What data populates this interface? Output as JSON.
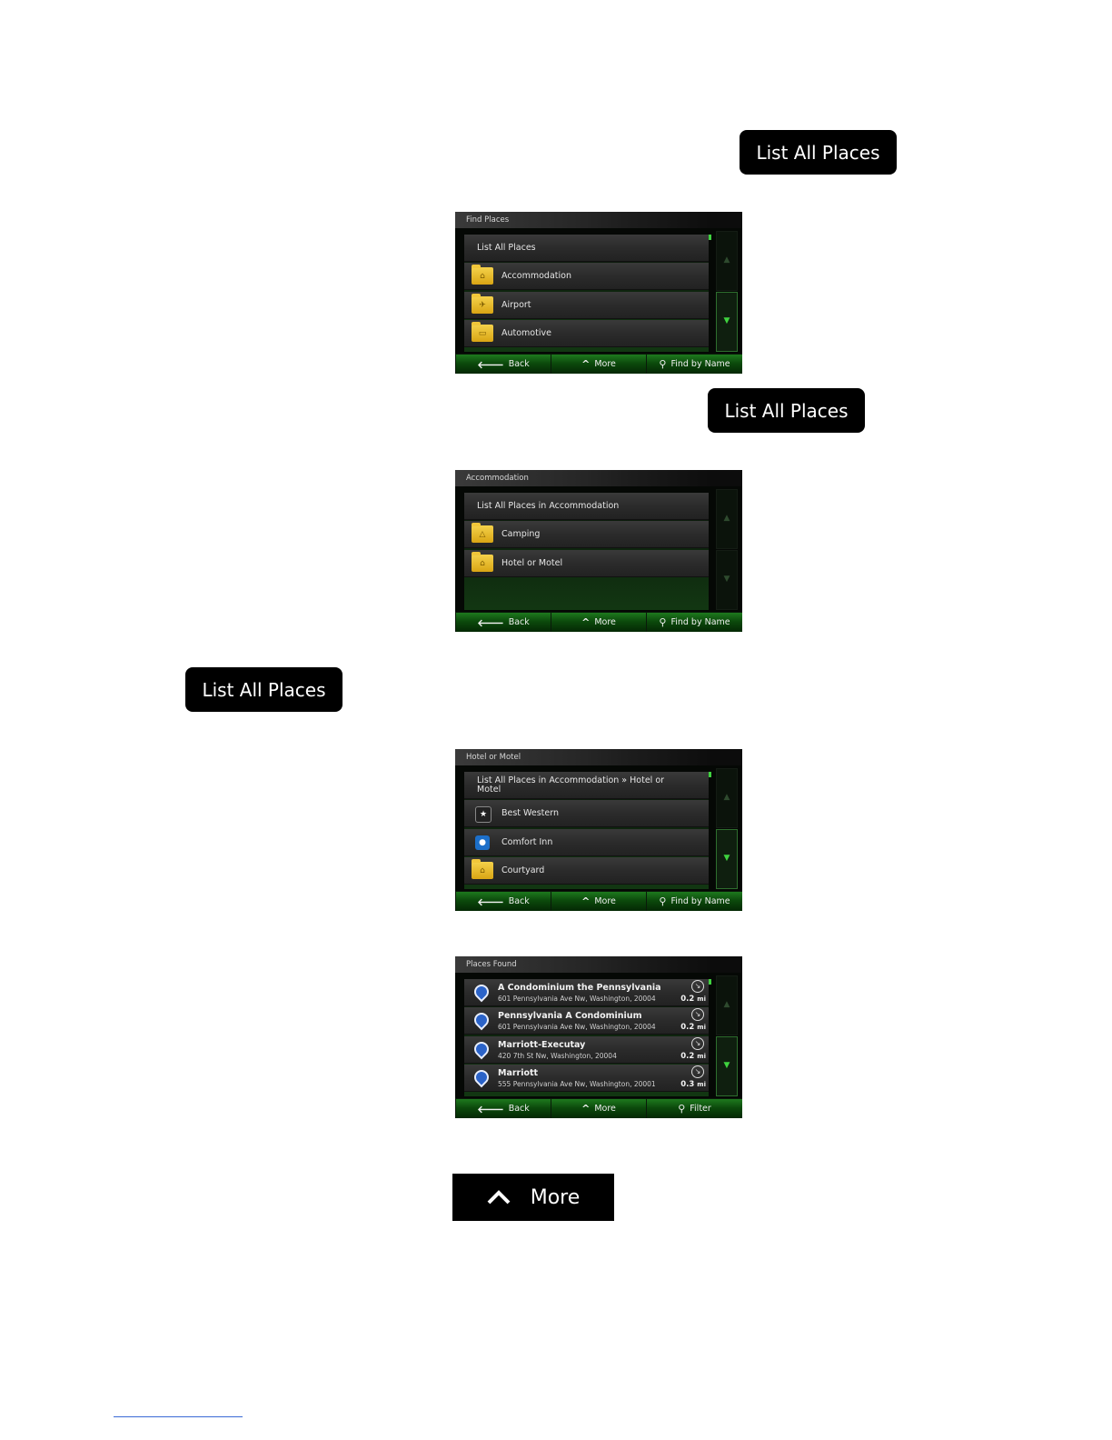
{
  "callouts": {
    "list_all_places_1": "List All Places",
    "list_all_places_2": "List All Places",
    "list_all_places_3": "List All Places",
    "more": "More"
  },
  "bottom_bar": {
    "back": "Back",
    "more": "More",
    "find_by_name": "Find by Name",
    "filter": "Filter"
  },
  "screens": {
    "find_places": {
      "title": "Find Places",
      "items": [
        "List All Places",
        "Accommodation",
        "Airport",
        "Automotive"
      ]
    },
    "accommodation": {
      "title": "Accommodation",
      "items": [
        "List All Places in Accommodation",
        "Camping",
        "Hotel or Motel"
      ]
    },
    "hotel_or_motel": {
      "title": "Hotel or Motel",
      "items": [
        "List All Places in Accommodation » Hotel or Motel",
        "Best Western",
        "Comfort Inn",
        "Courtyard"
      ]
    },
    "places_found": {
      "title": "Places Found",
      "results": [
        {
          "name": "A Condominium the Pennsylvania",
          "address": "601 Pennsylvania Ave Nw, Washington, 20004",
          "distance": "0.2",
          "unit": "mi"
        },
        {
          "name": "Pennsylvania A Condominium",
          "address": "601 Pennsylvania Ave Nw, Washington, 20004",
          "distance": "0.2",
          "unit": "mi"
        },
        {
          "name": "Marriott-Executay",
          "address": "420 7th St Nw, Washington, 20004",
          "distance": "0.2",
          "unit": "mi"
        },
        {
          "name": "Marriott",
          "address": "555 Pennsylvania Ave Nw, Washington, 20001",
          "distance": "0.3",
          "unit": "mi"
        }
      ]
    }
  },
  "icons": {
    "folder": "folder-icon",
    "pin": "location-pin-icon",
    "back": "arrow-left-icon",
    "more": "chevron-up-icon",
    "search": "magnifier-icon"
  },
  "colors": {
    "accent_green": "#3fd23f",
    "folder_yellow": "#f4d14a"
  }
}
